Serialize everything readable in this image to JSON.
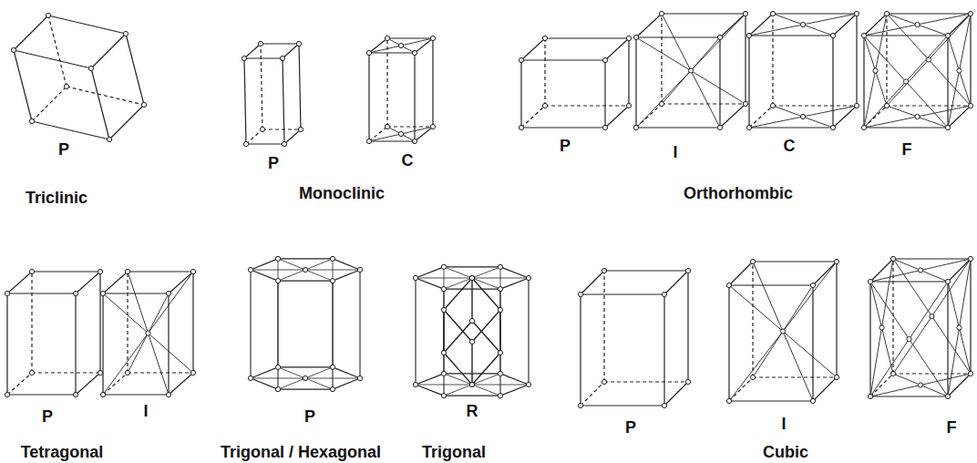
{
  "diagram": {
    "labels": [
      "P",
      "P",
      "C",
      "P",
      "I",
      "C",
      "F",
      "Triclinic",
      "Monoclinic",
      "Orthorhombic",
      "P",
      "I",
      "P",
      "R",
      "P",
      "I",
      "F",
      "Tetragonal",
      "Trigonal / Hexagonal",
      "Trigonal",
      "Cubic"
    ]
  }
}
